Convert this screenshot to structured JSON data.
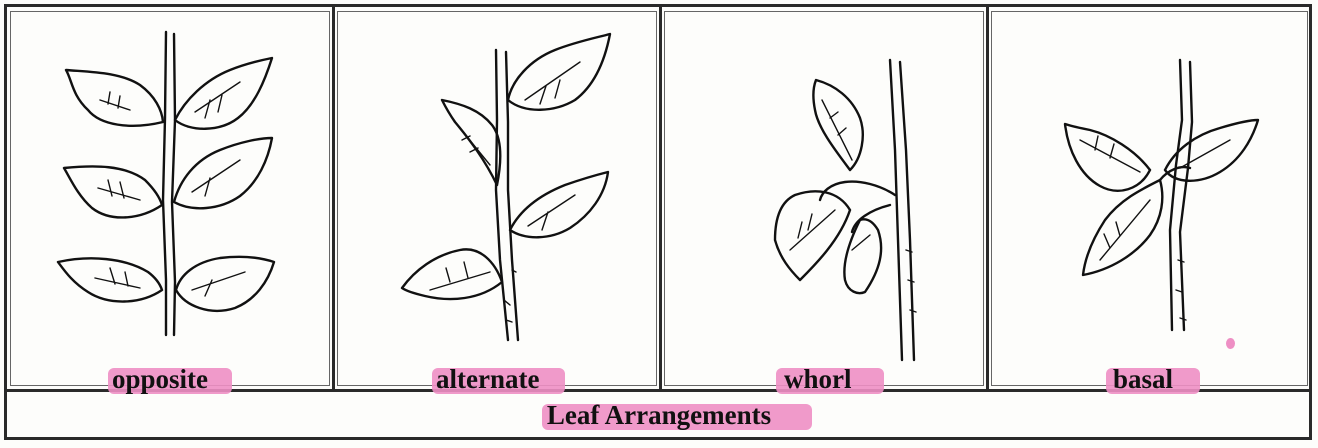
{
  "figure": {
    "panels": [
      {
        "label": "opposite"
      },
      {
        "label": "alternate"
      },
      {
        "label": "whorl"
      },
      {
        "label": "basal"
      }
    ],
    "title": "Leaf Arrangements",
    "highlight_color": "#ee8fc4",
    "line_color": "#111111"
  }
}
